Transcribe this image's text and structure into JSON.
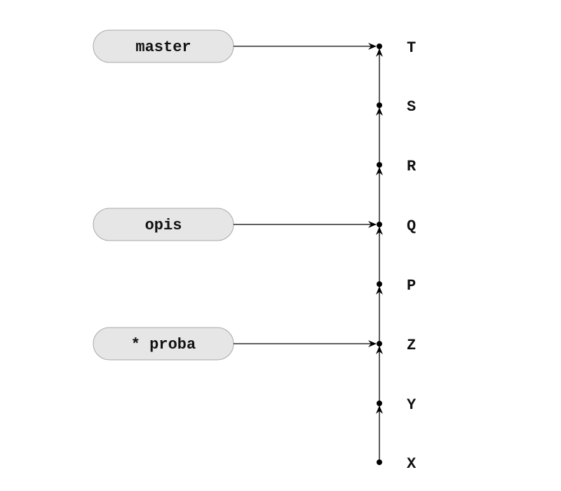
{
  "commits": [
    {
      "id": "c-x",
      "label": "X"
    },
    {
      "id": "c-y",
      "label": "Y"
    },
    {
      "id": "c-z",
      "label": "Z"
    },
    {
      "id": "c-p",
      "label": "P"
    },
    {
      "id": "c-q",
      "label": "Q"
    },
    {
      "id": "c-r",
      "label": "R"
    },
    {
      "id": "c-s",
      "label": "S"
    },
    {
      "id": "c-t",
      "label": "T"
    }
  ],
  "parent_edges": [
    {
      "from": "c-x",
      "to": "c-y"
    },
    {
      "from": "c-y",
      "to": "c-z"
    },
    {
      "from": "c-z",
      "to": "c-p"
    },
    {
      "from": "c-p",
      "to": "c-q"
    },
    {
      "from": "c-q",
      "to": "c-r"
    },
    {
      "from": "c-r",
      "to": "c-s"
    },
    {
      "from": "c-s",
      "to": "c-t"
    }
  ],
  "branches": [
    {
      "id": "b-master",
      "label": "master",
      "points_to": "c-t"
    },
    {
      "id": "b-opis",
      "label": "opis",
      "points_to": "c-q"
    },
    {
      "id": "b-proba",
      "label": "* proba",
      "points_to": "c-z"
    }
  ]
}
